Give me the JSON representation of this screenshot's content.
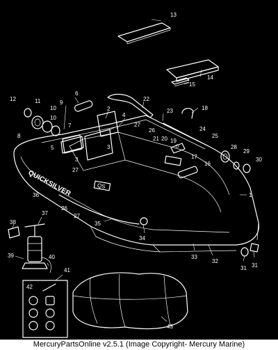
{
  "diagram": {
    "brand_text": "QUICKSILVER",
    "hull_badge_text": "QS",
    "callouts": [
      "1",
      "2",
      "3",
      "3",
      "4",
      "5",
      "6",
      "7",
      "8",
      "9",
      "10",
      "10",
      "11",
      "12",
      "13",
      "14",
      "15",
      "16",
      "17",
      "18",
      "19",
      "20",
      "21",
      "22",
      "23",
      "24",
      "25",
      "26",
      "26",
      "27",
      "27",
      "27",
      "28",
      "29",
      "30",
      "31",
      "31",
      "32",
      "33",
      "34",
      "35",
      "36",
      "37",
      "38",
      "39",
      "40",
      "41",
      "42",
      "43"
    ]
  },
  "footer": {
    "text": "MercuryPartsOnline v2.5.1 (Image Copyright- Mercury Marine)"
  },
  "colors": {
    "background": "#000000",
    "line": "#ffffff",
    "footer_bg": "#ffffff",
    "footer_text": "#000000"
  }
}
